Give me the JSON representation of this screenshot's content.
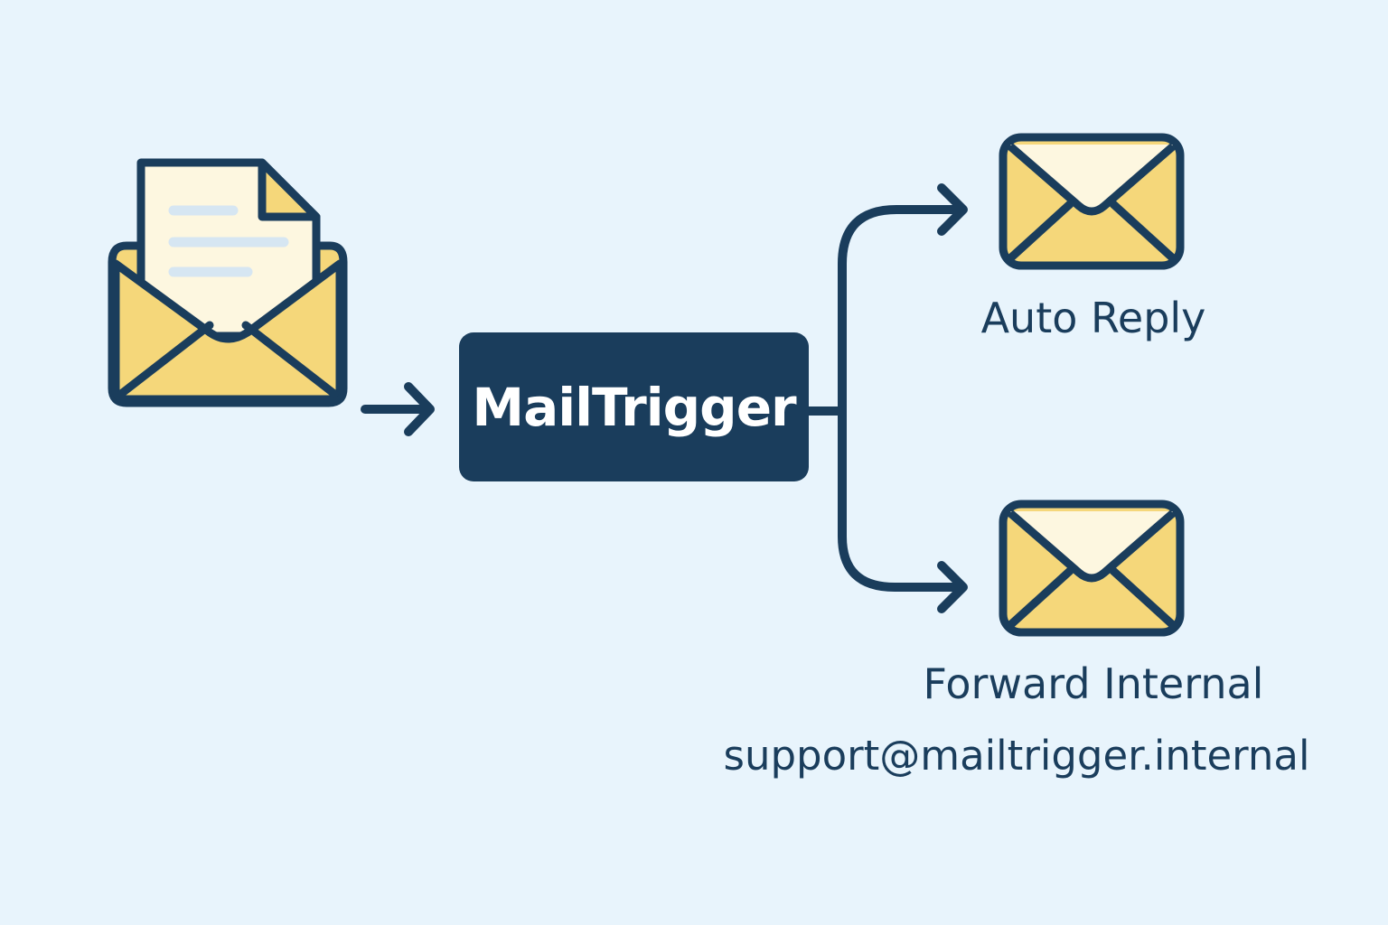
{
  "hub": {
    "label": "MailTrigger"
  },
  "outputs": [
    {
      "label": "Auto Reply"
    },
    {
      "label": "Forward Internal",
      "address": "support@mailtrigger.internal"
    }
  ],
  "colors": {
    "background": "#e8f4fc",
    "navy": "#1a3d5c",
    "envelope": "#f5d77a",
    "paper": "#fdf7e0",
    "paper_lines": "#d6e6f2"
  },
  "icons": {
    "source": "open-envelope-with-document-icon",
    "auto_reply": "envelope-icon",
    "forward_internal": "envelope-icon"
  }
}
